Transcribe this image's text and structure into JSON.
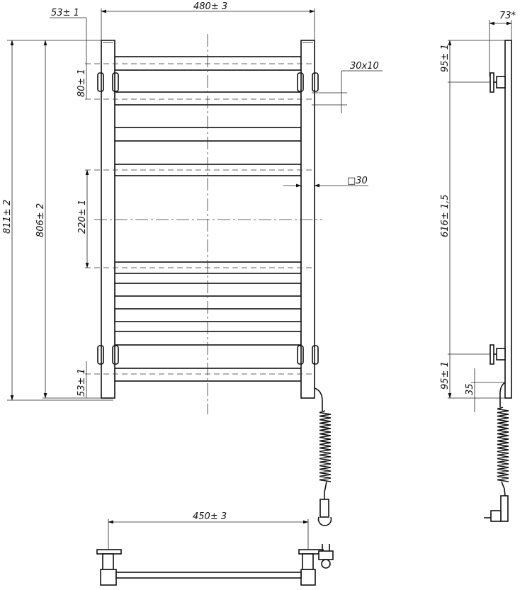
{
  "front_view": {
    "dims": {
      "top_offset": "53± 1",
      "width": "480± 3",
      "rail_spacing": "80± 1",
      "rail_section": "30x10",
      "upright_section": "□30",
      "total_height": "811± 2",
      "upright_height": "806± 2",
      "middle_gap": "220± 1",
      "bottom_offset": "53± 1"
    }
  },
  "side_view": {
    "dims": {
      "depth": "73*",
      "top_bracket": "95± 1",
      "bracket_spacing": "616± 1,5",
      "bottom_bracket": "95± 1",
      "cable_offset": "35"
    }
  },
  "top_view": {
    "dims": {
      "mount_spacing": "450± 3"
    }
  }
}
